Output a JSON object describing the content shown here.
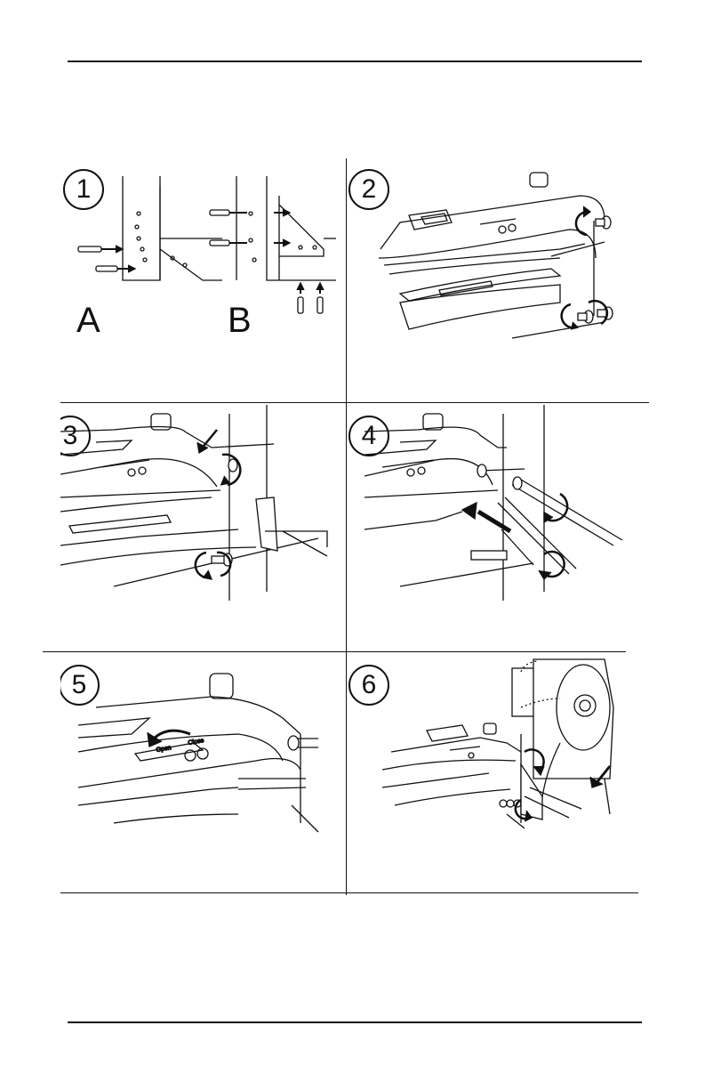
{
  "steps": [
    {
      "number": "1",
      "sub_labels": [
        "A",
        "B"
      ]
    },
    {
      "number": "2"
    },
    {
      "number": "3"
    },
    {
      "number": "4"
    },
    {
      "number": "5",
      "lever_labels": [
        "Open",
        "Close"
      ]
    },
    {
      "number": "6"
    }
  ],
  "colors": {
    "ink": "#111111",
    "paper": "#ffffff"
  }
}
